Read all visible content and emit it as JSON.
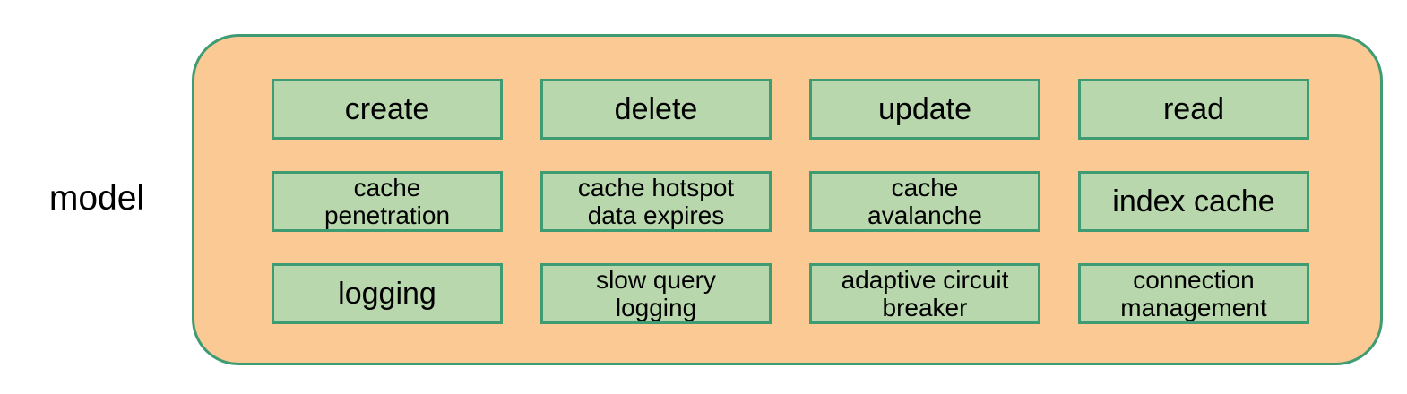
{
  "diagram": {
    "side_label": "model",
    "container": {
      "name": "model-group",
      "fill_color": "#fbc994",
      "border_color": "#3f9b72"
    },
    "node_style": {
      "fill_color": "#b9d7ad",
      "border_color": "#3f9b72",
      "text_color": "#000000"
    },
    "rows": [
      {
        "row_name": "operations",
        "nodes": [
          {
            "id": "create",
            "label": "create",
            "size": "lg"
          },
          {
            "id": "delete",
            "label": "delete",
            "size": "lg"
          },
          {
            "id": "update",
            "label": "update",
            "size": "lg"
          },
          {
            "id": "read",
            "label": "read",
            "size": "lg"
          }
        ]
      },
      {
        "row_name": "cache-concerns",
        "nodes": [
          {
            "id": "cache-penetration",
            "label": "cache\npenetration",
            "size": "md"
          },
          {
            "id": "cache-hotspot-data-expires",
            "label": "cache hotspot\ndata expires",
            "size": "md"
          },
          {
            "id": "cache-avalanche",
            "label": "cache\navalanche",
            "size": "md"
          },
          {
            "id": "index-cache",
            "label": "index cache",
            "size": "lg"
          }
        ]
      },
      {
        "row_name": "reliability-concerns",
        "nodes": [
          {
            "id": "logging",
            "label": "logging",
            "size": "lg"
          },
          {
            "id": "slow-query-logging",
            "label": "slow query\nlogging",
            "size": "md"
          },
          {
            "id": "adaptive-circuit-breaker",
            "label": "adaptive circuit\nbreaker",
            "size": "md"
          },
          {
            "id": "connection-management",
            "label": "connection\nmanagement",
            "size": "md"
          }
        ]
      }
    ]
  }
}
